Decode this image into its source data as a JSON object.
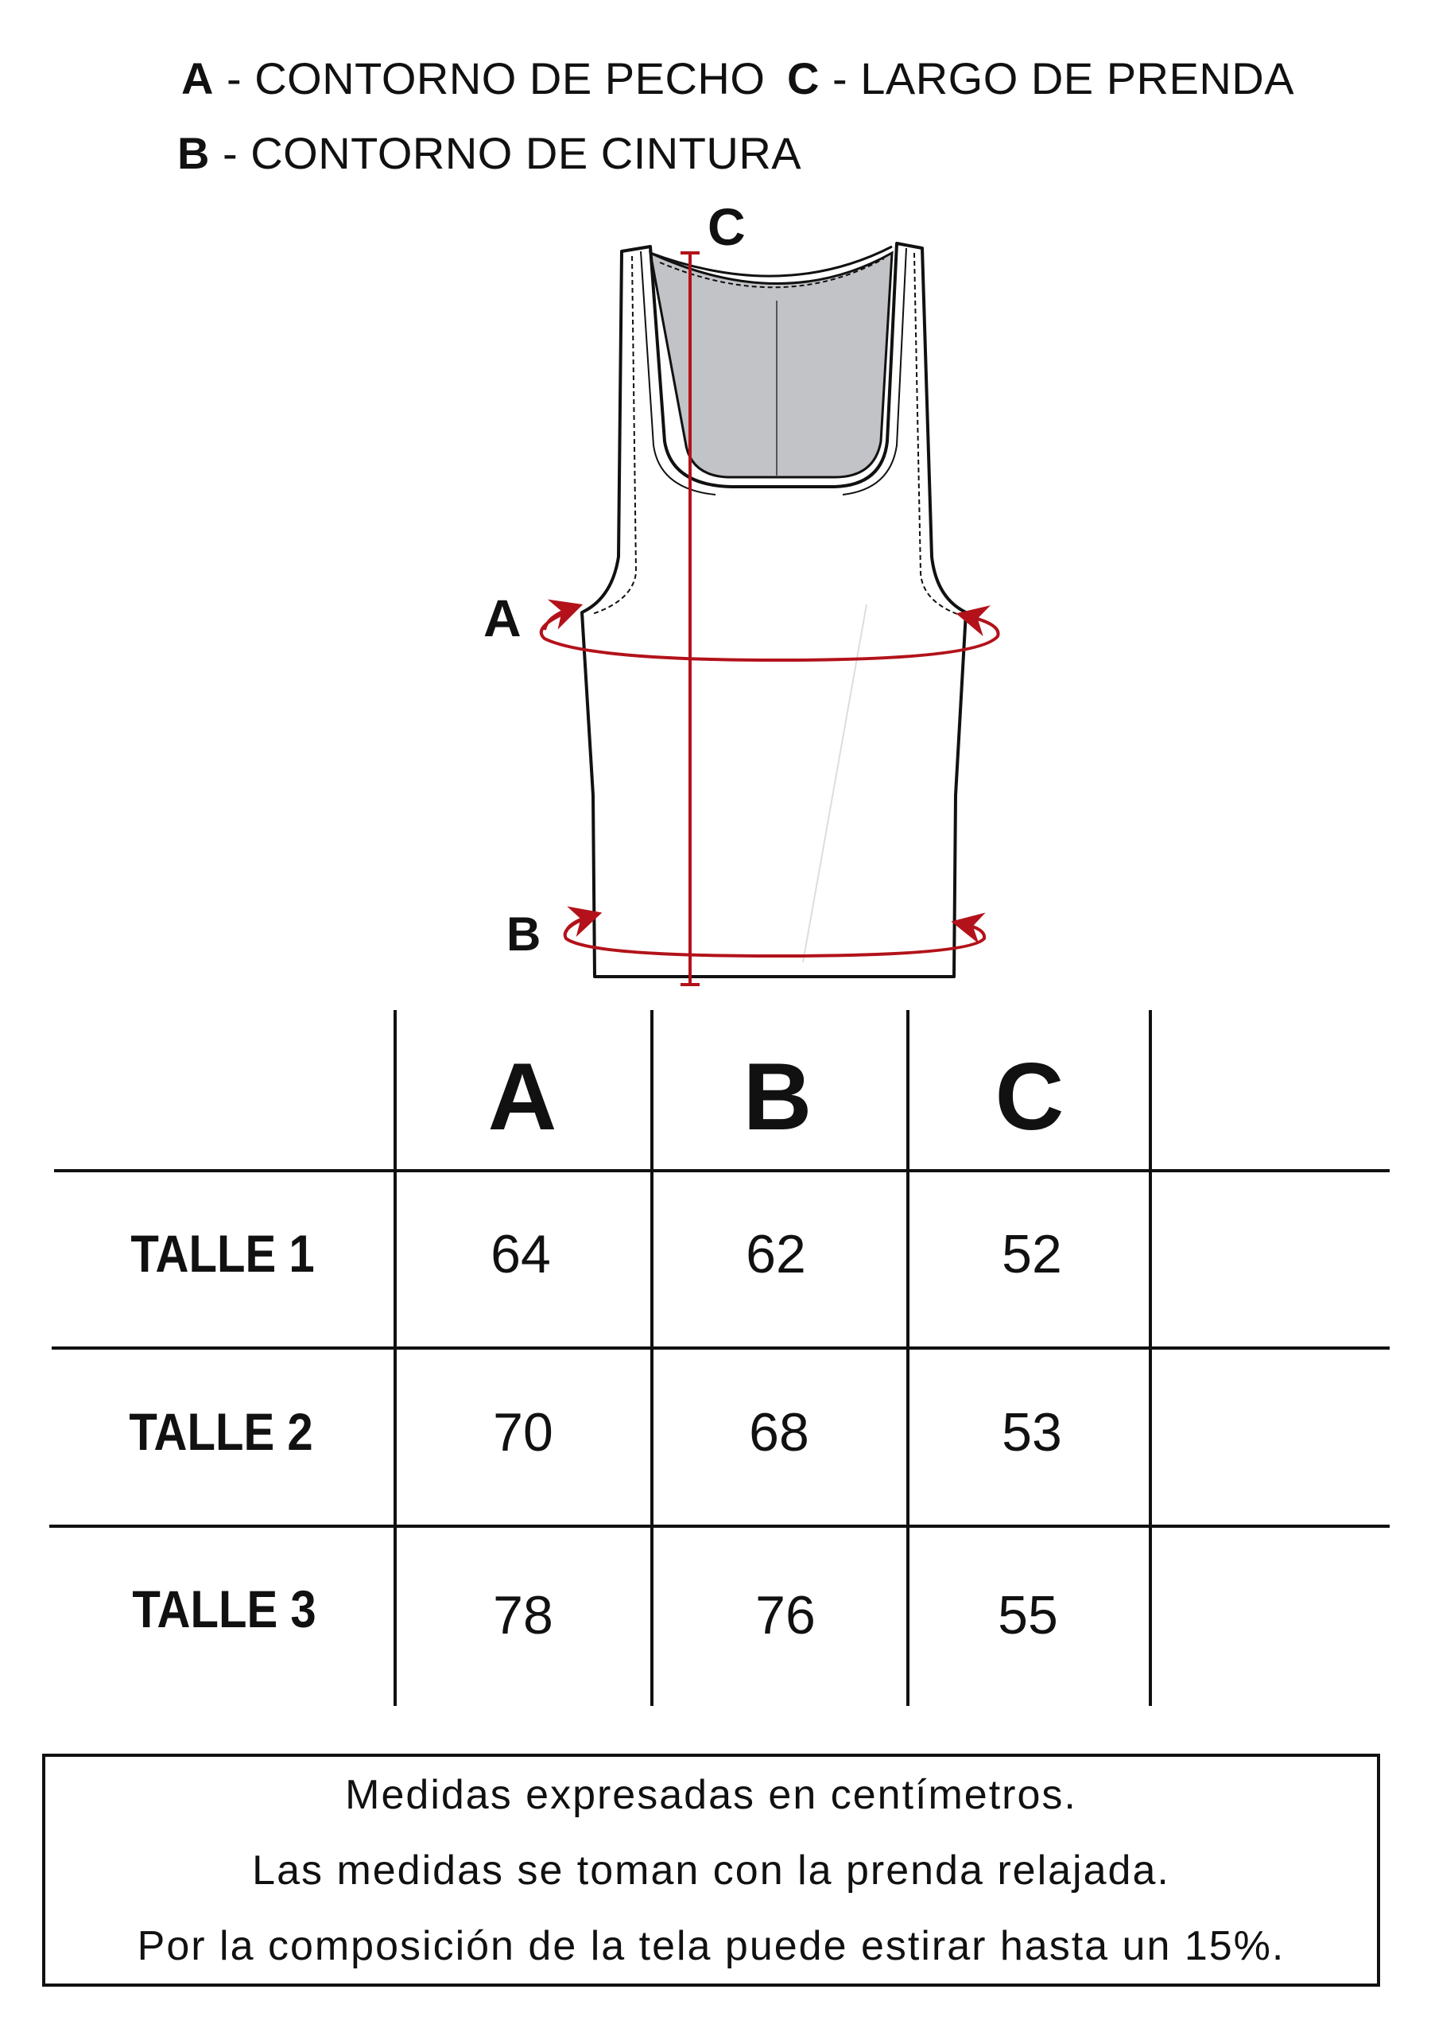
{
  "legend": {
    "a_key": "A",
    "a_text": "- CONTORNO DE PECHO",
    "b_key": "B",
    "b_text": "- CONTORNO DE CINTURA",
    "c_key": "C",
    "c_text": "- LARGO DE PRENDA"
  },
  "diagram": {
    "label_a": "A",
    "label_b": "B",
    "label_c": "C",
    "accent_color": "#b3121a",
    "lining_color": "#c2c3c6"
  },
  "table": {
    "columns": [
      "A",
      "B",
      "C"
    ],
    "rows": [
      {
        "label": "TALLE 1",
        "values": [
          "64",
          "62",
          "52"
        ]
      },
      {
        "label": "TALLE 2",
        "values": [
          "70",
          "68",
          "53"
        ]
      },
      {
        "label": "TALLE 3",
        "values": [
          "78",
          "76",
          "55"
        ]
      }
    ]
  },
  "notes": [
    "Medidas expresadas en centímetros.",
    "Las medidas se toman con la prenda relajada.",
    "Por la composición de la tela puede estirar hasta un 15%."
  ]
}
